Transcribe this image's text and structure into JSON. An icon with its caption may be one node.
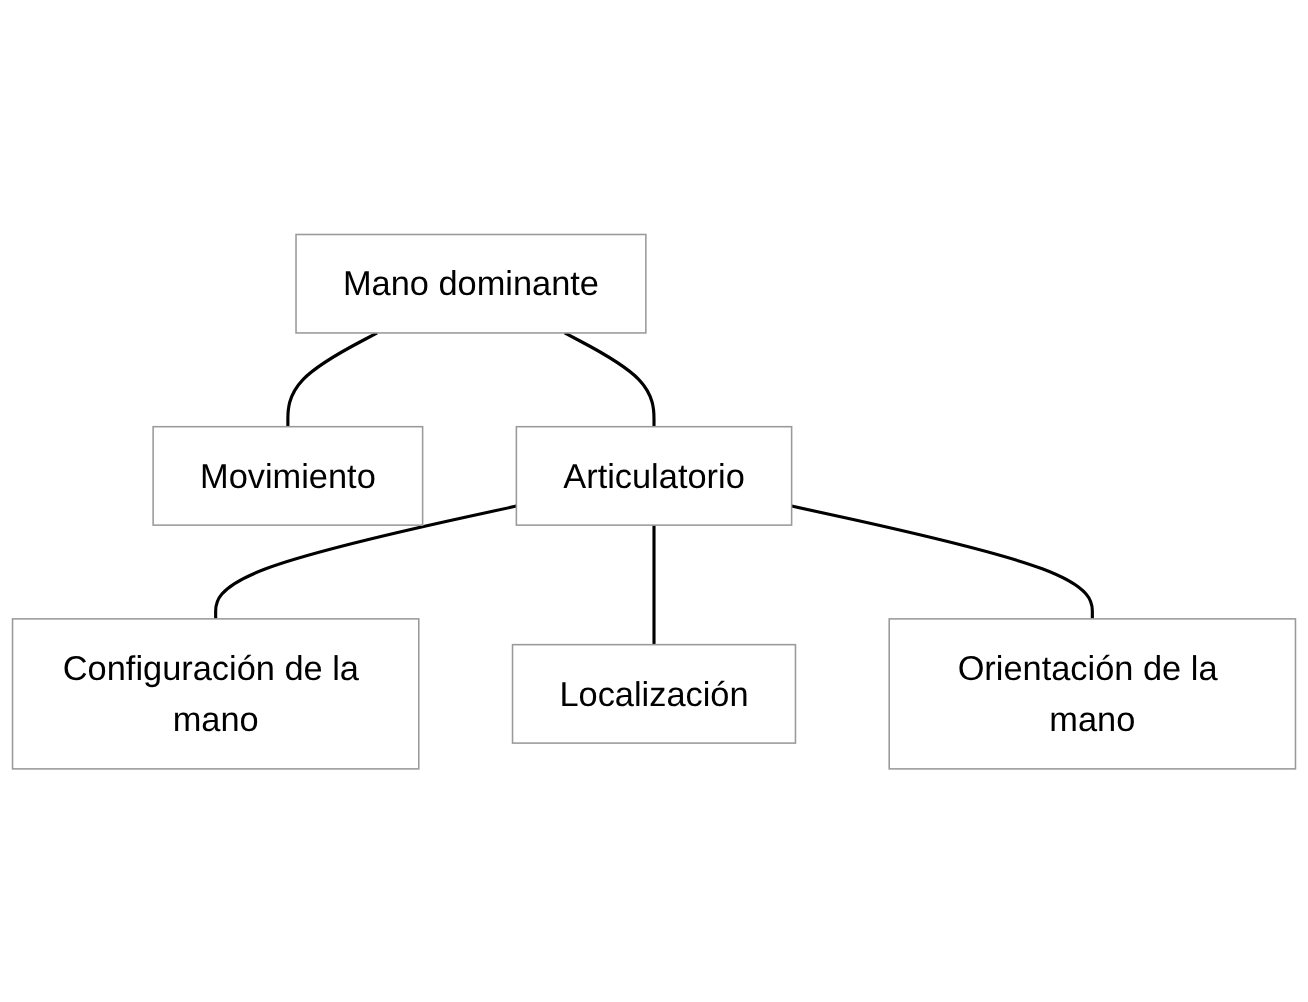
{
  "diagram": {
    "nodes": [
      {
        "text": [
          "Mano dominante"
        ]
      },
      {
        "text": [
          "Movimiento"
        ]
      },
      {
        "text": [
          "Articulatorio"
        ]
      },
      {
        "text": [
          "Configuración de la mano"
        ]
      },
      {
        "text": [
          "Localización"
        ]
      },
      {
        "text": [
          "Orientación de la mano"
        ]
      }
    ],
    "edges": [
      {
        "from": 0,
        "to": 1,
        "arrow": "none"
      },
      {
        "from": 0,
        "to": 2,
        "arrow": "none"
      },
      {
        "from": 2,
        "to": 3,
        "arrow": "none"
      },
      {
        "from": 2,
        "to": 4,
        "arrow": "none"
      },
      {
        "from": 2,
        "to": 5,
        "arrow": "none"
      }
    ]
  }
}
